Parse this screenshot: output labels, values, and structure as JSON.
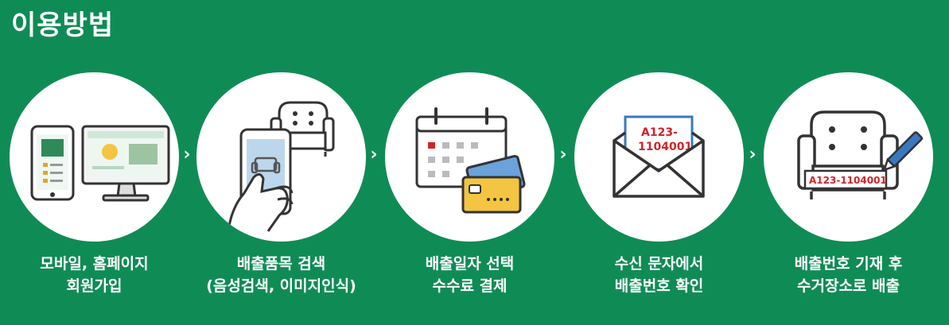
{
  "title": "이용방법",
  "steps": [
    {
      "line1": "모바일, 홈페이지",
      "line2": "회원가입"
    },
    {
      "line1": "배출품목 검색",
      "line2": "(음성검색, 이미지인식)"
    },
    {
      "line1": "배출일자 선택",
      "line2": "수수료 결제"
    },
    {
      "line1": "수신 문자에서",
      "line2": "배출번호 확인"
    },
    {
      "line1": "배출번호 기재 후",
      "line2": "수거장소로 배출"
    }
  ],
  "message_code_line1": "A123-",
  "message_code_line2": "1104001",
  "sofa_tag_code": "A123-1104001",
  "arrow_glyph": "›",
  "colors": {
    "background": "#0f8c55",
    "circle": "#ffffff",
    "code_red": "#d2232a"
  }
}
